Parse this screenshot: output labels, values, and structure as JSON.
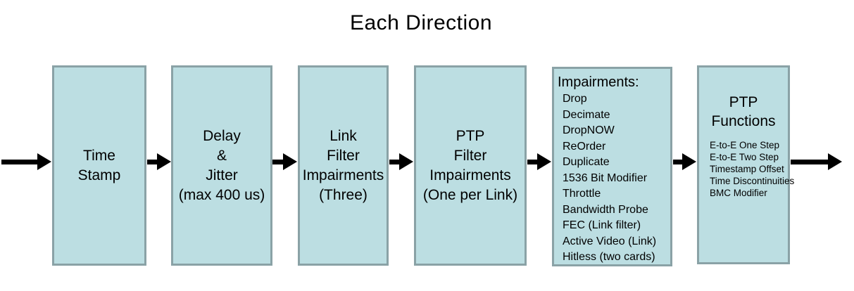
{
  "title": "Each Direction",
  "boxes": [
    {
      "name": "time-stamp",
      "lines": [
        "Time",
        "Stamp"
      ]
    },
    {
      "name": "delay-jitter",
      "lines": [
        "Delay",
        "&",
        "Jitter",
        "(max 400 us)"
      ]
    },
    {
      "name": "link-filter-impairments",
      "lines": [
        "Link",
        "Filter",
        "Impairments",
        "(Three)"
      ]
    },
    {
      "name": "ptp-filter-impairments",
      "lines": [
        "PTP",
        "Filter",
        "Impairments",
        "(One per Link)"
      ]
    },
    {
      "name": "impairments-list",
      "header": "Impairments:",
      "items": [
        "Drop",
        "Decimate",
        "DropNOW",
        "ReOrder",
        "Duplicate",
        "1536 Bit Modifier",
        "Throttle",
        "Bandwidth Probe",
        "FEC (Link filter)",
        "Active Video (Link)",
        "Hitless (two cards)"
      ]
    },
    {
      "name": "ptp-functions",
      "header_lines": [
        "PTP",
        "Functions"
      ],
      "items": [
        "E-to-E One Step",
        "E-to-E Two Step",
        "Timestamp Offset",
        "Time Discontinuities",
        "BMC Modifier"
      ]
    }
  ],
  "colors": {
    "box_fill": "#bcdee2",
    "box_border": "#8aa2a6",
    "arrow": "#000000"
  }
}
